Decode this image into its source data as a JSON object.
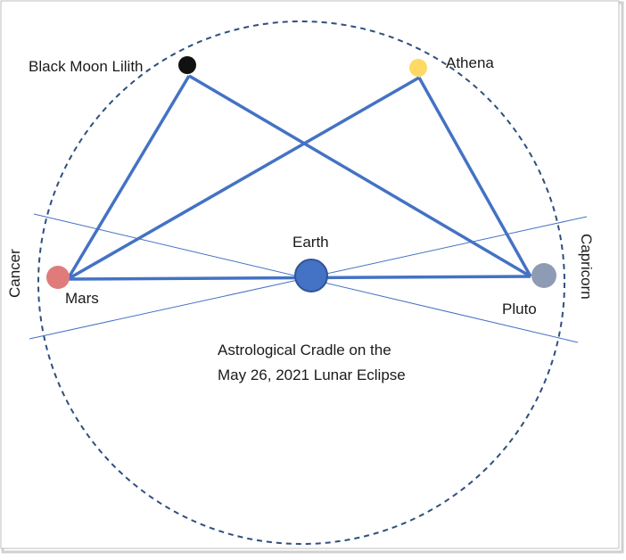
{
  "labels": {
    "black_moon_lilith": "Black Moon Lilith",
    "athena": "Athena",
    "earth": "Earth",
    "mars": "Mars",
    "pluto": "Pluto",
    "cancer": "Cancer",
    "capricorn": "Capricorn",
    "caption_line1": "Astrological Cradle on the",
    "caption_line2": "May 26, 2021 Lunar Eclipse"
  },
  "colors": {
    "triangle_stroke": "#4472c4",
    "axis_stroke": "#4472c4",
    "circle_stroke": "#2f4f7f",
    "earth": "#4472c4",
    "mars": "#e07b7b",
    "pluto": "#8e9bb4",
    "athena": "#ffd966",
    "black_moon_lilith": "#111111"
  }
}
